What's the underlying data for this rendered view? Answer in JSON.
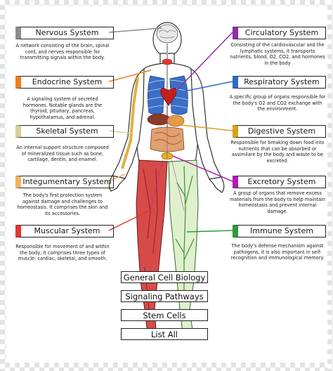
{
  "systems": [
    {
      "key": "nervous",
      "label": "Nervous System",
      "color": "#8c8c8c",
      "description": "A network consisting of the brain, spinal cord, and nerves responsible for transmitting signals within the body."
    },
    {
      "key": "endocrine",
      "label": "Endocrine System",
      "color": "#f07f1f",
      "description": "A signaling system of secreted hormones. Notable glands are the thyroid, pituitary, pancreas, hypothalamus, and adrenal."
    },
    {
      "key": "skeletal",
      "label": "Skeletal System",
      "color": "#d8cf9a",
      "description": "An internal support structure composed of mineralized tissue such as bone, cartilage, dentin, and enamel."
    },
    {
      "key": "integumentary",
      "label": "Integumentary System",
      "color": "#f2b35e",
      "description": "The body's first protection system against damage and challenges to homeostasis. It comprises the skin and its accessories."
    },
    {
      "key": "muscular",
      "label": "Muscular System",
      "color": "#e33535",
      "description": "Responsible for movement of and within the body, it comprises three types of muscle: cardiac, skeletal, and smooth."
    },
    {
      "key": "circulatory",
      "label": "Circulatory System",
      "color": "#8d2fa6",
      "description": "Consisting of the cardiovascular and the lymphatic systems, it transports nutrients, blood, O2, CO2, and hormones in the body"
    },
    {
      "key": "respiratory",
      "label": "Respiratory System",
      "color": "#2f6bc4",
      "description": "A specific group of organs responsible for the body's O2 and CO2 exchange with the environment."
    },
    {
      "key": "digestive",
      "label": "Digestive System",
      "color": "#d9a21a",
      "description": "Responsible for breaking down food into nutrients that can be absorbed or assimilare by the body and waste to be excreted."
    },
    {
      "key": "excretory",
      "label": "Excretory System",
      "color": "#b01eb0",
      "description": "A group of organs that remove excess materials from the body to help maintain homeostasis and prevent internal damage."
    },
    {
      "key": "immune",
      "label": "Immune System",
      "color": "#2e9a3a",
      "description": "The body's defense mechanism against pathogens, it is also important in self-recognition and immunological memory."
    }
  ],
  "nav": {
    "general_cell_biology": "General Cell Biology",
    "signaling_pathways": "Signaling Pathways",
    "stem_cells": "Stem Cells",
    "list_all": "List All"
  }
}
